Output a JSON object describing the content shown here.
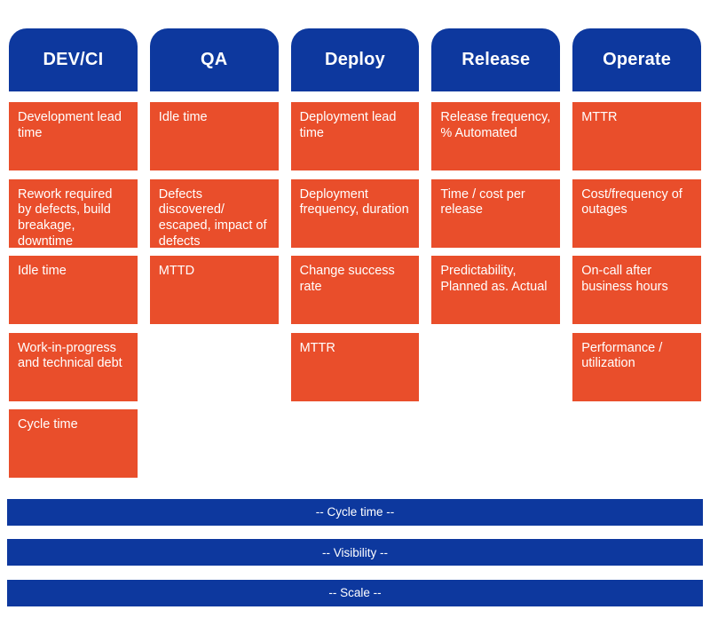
{
  "columns": [
    {
      "header": "DEV/CI",
      "cells": [
        "Development lead time",
        "Rework required by defects, build breakage, downtime",
        "Idle time",
        "Work-in-progress and technical debt",
        "Cycle time"
      ]
    },
    {
      "header": "QA",
      "cells": [
        "Idle time",
        "Defects discovered/ escaped, impact of defects",
        "MTTD"
      ]
    },
    {
      "header": "Deploy",
      "cells": [
        "Deployment lead time",
        "Deployment frequency, duration",
        "Change success rate",
        "MTTR"
      ]
    },
    {
      "header": "Release",
      "cells": [
        "Release frequency, % Automated",
        "Time / cost per release",
        "Predictability, Planned as. Actual"
      ]
    },
    {
      "header": "Operate",
      "cells": [
        "MTTR",
        "Cost/frequency of outages",
        "On-call after business hours",
        "Performance / utilization"
      ]
    }
  ],
  "bands": [
    "-- Cycle time --",
    "-- Visibility --",
    "-- Scale --"
  ],
  "colors": {
    "header-blue": "#0d389e",
    "cell-orange": "#e94e2b",
    "band-blue": "#0d389e",
    "text-white": "#ffffff"
  }
}
